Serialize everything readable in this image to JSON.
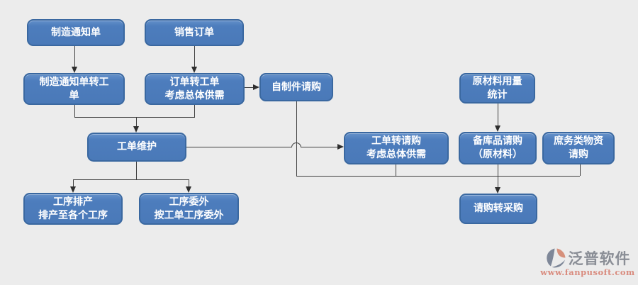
{
  "colors": {
    "background": "#ECECEC",
    "node_fill": "#4D7DBD",
    "node_border": "#3A68A0",
    "node_text": "#FFFFFF",
    "connector": "#3F3F3F",
    "logo_grey": "#8A8E96",
    "logo_salmon": "#D98B7E"
  },
  "nodes": {
    "manufacture_notice": {
      "label": "制造通知单"
    },
    "sales_order": {
      "label": "销售订单"
    },
    "notice_to_workorder": {
      "label": "制造通知单转工\n单"
    },
    "order_to_workorder": {
      "label": "订单转工单\n考虑总体供需"
    },
    "self_made_requisition": {
      "label": "自制件请购"
    },
    "raw_material_usage": {
      "label": "原材料用量\n统计"
    },
    "workorder_maintenance": {
      "label": "工单维护"
    },
    "workorder_to_requisition": {
      "label": "工单转请购\n考虑总体供需"
    },
    "stock_requisition": {
      "label": "备库品请购\n（原材料）"
    },
    "general_material_requisition": {
      "label": "庶务类物资\n请购"
    },
    "process_scheduling": {
      "label": "工序排产\n排产至各个工序"
    },
    "process_outsourcing": {
      "label": "工序委外\n按工单工序委外"
    },
    "requisition_to_purchase": {
      "label": "请购转采购"
    }
  },
  "logo": {
    "name": "泛普软件",
    "url": "www.fanpusoft.com"
  }
}
